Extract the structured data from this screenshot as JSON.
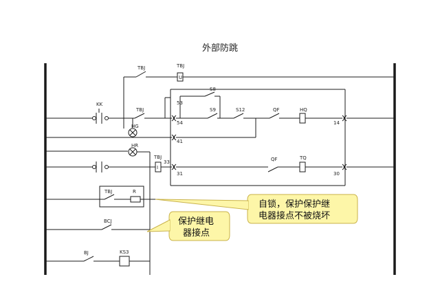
{
  "title": "外部防跳",
  "labels": {
    "tbj_top": "TBJ",
    "tbj_u": "TBJ",
    "u": "U",
    "kk": "KK",
    "tbj_mid": "TBJ",
    "s8": "S8",
    "s9": "S9",
    "s12": "S12",
    "qf_top": "QF",
    "hq": "HQ",
    "t53": "53",
    "t54": "54",
    "t14": "14",
    "t41": "41",
    "hg": "HG",
    "hr": "HR",
    "tbj_i": "TBJ",
    "i": "I",
    "t33": "33",
    "t31": "31",
    "qf_bot": "QF",
    "tq": "TQ",
    "t30": "30",
    "tbj_box": "TBJ",
    "r": "R",
    "bcj": "BCJ",
    "bj": "BJ",
    "ks3": "KS3"
  },
  "callouts": {
    "right_line1": "自锁，保护保护继",
    "right_line2": "电器接点不被烧坏",
    "left_line1": "保护继电",
    "left_line2": "器接点"
  }
}
